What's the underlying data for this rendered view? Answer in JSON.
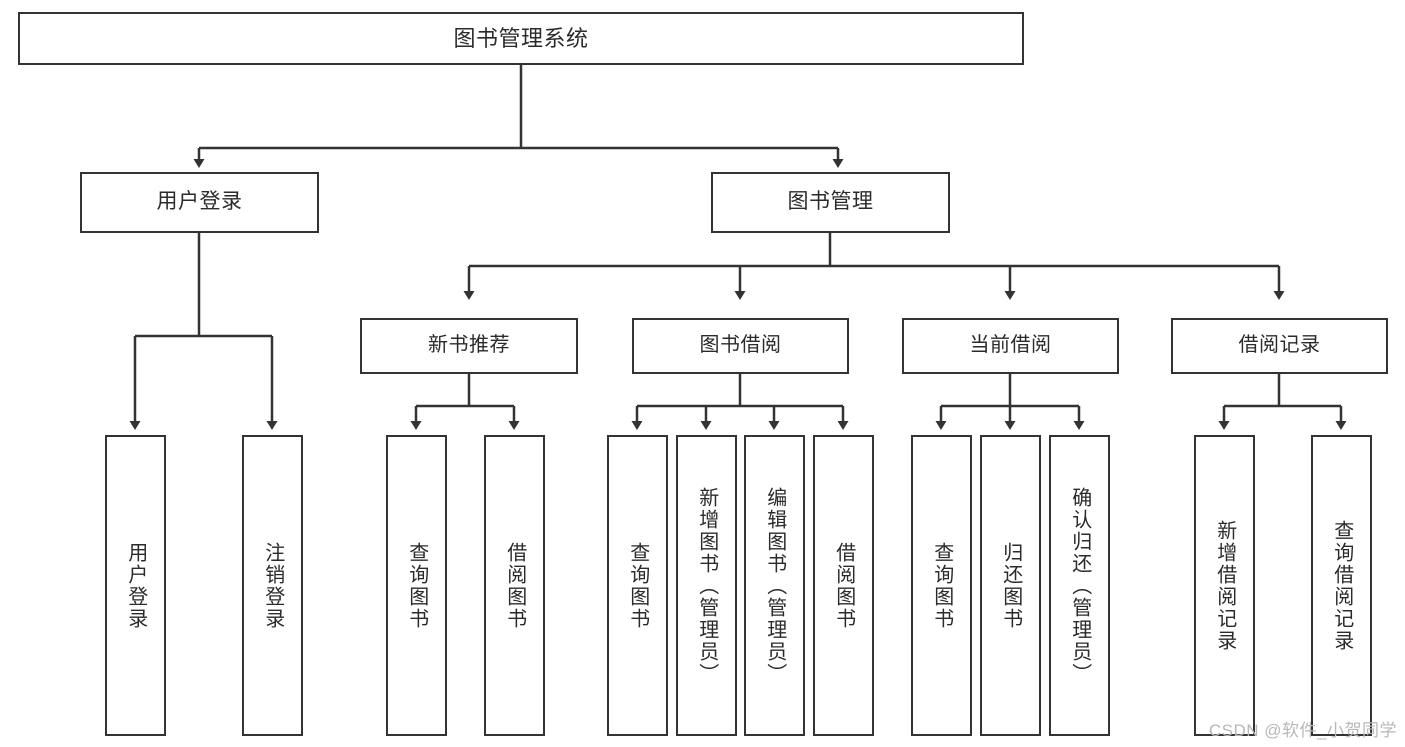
{
  "diagram": {
    "type": "tree-hierarchy-chart",
    "title": "图书管理系统",
    "watermark": "CSDN @软件_小贺同学",
    "colors": {
      "box_border": "#333333",
      "box_fill": "#ffffff",
      "connector": "#333333",
      "text": "#2b2b2b",
      "watermark": "#b8b8b8",
      "background": "#ffffff"
    },
    "root": {
      "label": "图书管理系统"
    },
    "level1": [
      {
        "label": "用户登录"
      },
      {
        "label": "图书管理"
      }
    ],
    "level2": [
      {
        "label": "新书推荐"
      },
      {
        "label": "图书借阅"
      },
      {
        "label": "当前借阅"
      },
      {
        "label": "借阅记录"
      }
    ],
    "leaves": {
      "user_login": [
        {
          "label": "用户登录"
        },
        {
          "label": "注销登录"
        }
      ],
      "new_book_recommend": [
        {
          "label": "查询图书"
        },
        {
          "label": "借阅图书"
        }
      ],
      "book_borrow": [
        {
          "label": "查询图书"
        },
        {
          "label": "新增图书（管理员）"
        },
        {
          "label": "编辑图书（管理员）"
        },
        {
          "label": "借阅图书"
        }
      ],
      "current_borrow": [
        {
          "label": "查询图书"
        },
        {
          "label": "归还图书"
        },
        {
          "label": "确认归还（管理员）"
        }
      ],
      "borrow_record": [
        {
          "label": "新增借阅记录"
        },
        {
          "label": "查询借阅记录"
        }
      ]
    }
  }
}
